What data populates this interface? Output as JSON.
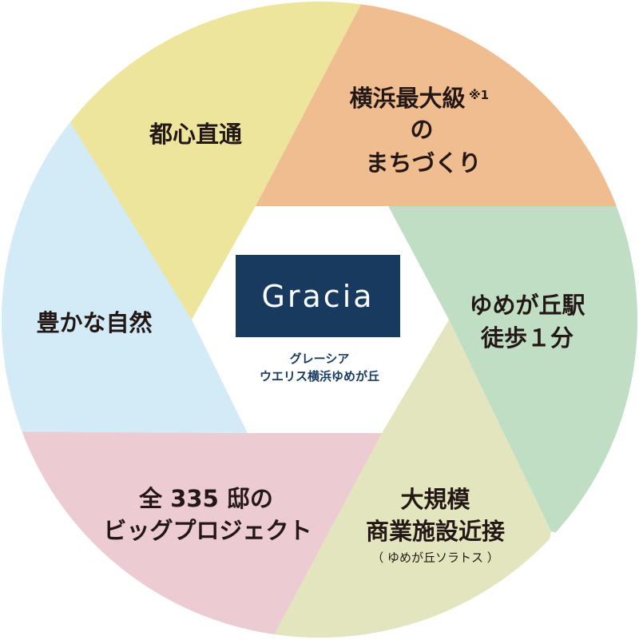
{
  "center": {
    "logo": "Gracia",
    "subtitle_line1": "グレーシア",
    "subtitle_line2": "ウエリス横浜ゆめが丘"
  },
  "segments": [
    {
      "id": "top-left",
      "lines": [
        "都心直通"
      ],
      "color": "#ece59b"
    },
    {
      "id": "top-right",
      "lines": [
        "横浜最大級",
        "の",
        "まちづくり"
      ],
      "superscript": "※1",
      "color": "#f0bd91"
    },
    {
      "id": "right",
      "lines": [
        "ゆめが丘駅",
        "徒歩１分"
      ],
      "color": "#bfdec3"
    },
    {
      "id": "bottom-right",
      "lines": [
        "大規模",
        "商業施設近接"
      ],
      "note": "（ ゆめが丘ソラトス ）",
      "color": "#e3e5be"
    },
    {
      "id": "bottom-left",
      "lines": [
        "全 335 邸の",
        "ビッグプロジェクト"
      ],
      "color": "#eccbd2"
    },
    {
      "id": "left",
      "lines": [
        "豊かな自然"
      ],
      "color": "#d3ebf6"
    }
  ]
}
